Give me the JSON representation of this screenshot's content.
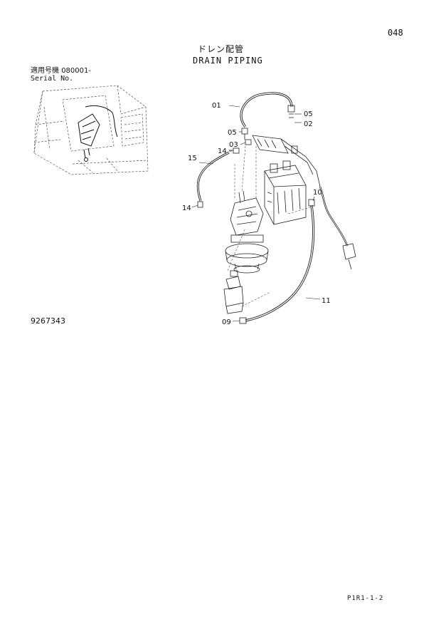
{
  "page_number": "048",
  "title_jp": "ドレン配管",
  "title_en": "DRAIN PIPING",
  "serial": {
    "jp_label": "適用号機",
    "en_label": "Serial No.",
    "value": "080001-"
  },
  "drawing_number": "9267343",
  "footer_ref": "P1R1-1-2",
  "callouts": {
    "c01": "01",
    "c05a": "05",
    "c02": "02",
    "c05b": "05",
    "c03": "03",
    "c14a": "14",
    "c15": "15",
    "c14b": "14",
    "c10": "10",
    "c11": "11",
    "c09": "09"
  }
}
